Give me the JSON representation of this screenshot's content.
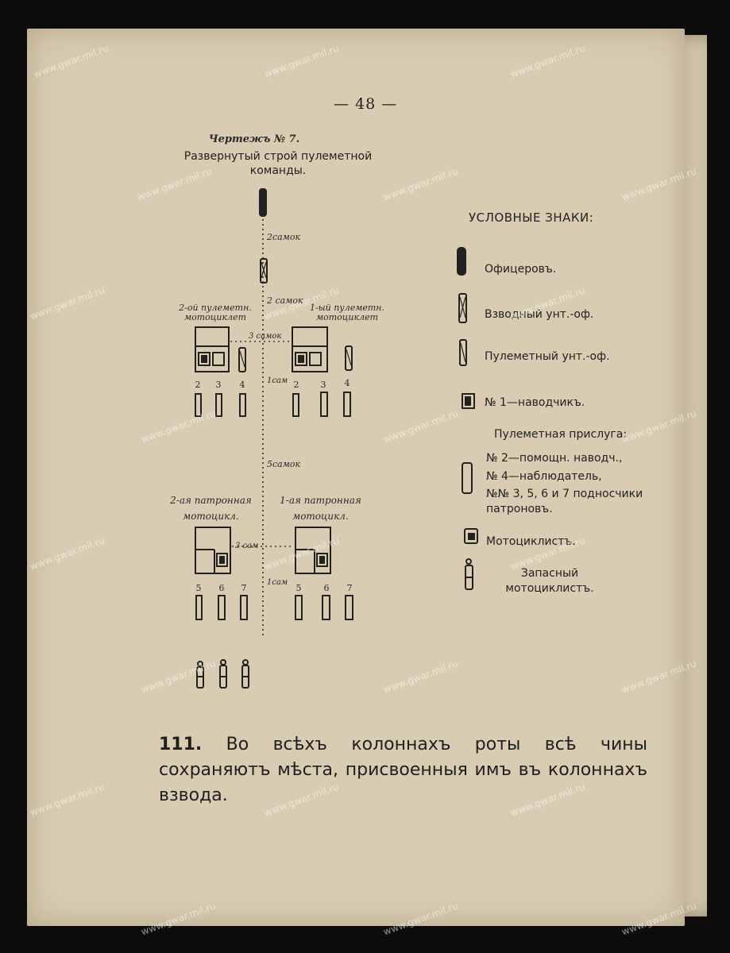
{
  "page_number": "— 48 —",
  "figure": {
    "title": "Чертежъ № 7.",
    "subtitle": "Развернутый строй пулеметной команды."
  },
  "diagram": {
    "label_2samok_a": "2самок",
    "label_2samok_b": "2 самок",
    "label_left_top": "2-ой пулеметн. мотоциклет",
    "label_right_top": "1-ый пулеметн. мотоциклет",
    "label_3samok_top": "3 самок",
    "label_1sam_top": "1сам",
    "label_5samok": "5самок",
    "label_left_bottom": "2-ая патронная мотоцикл.",
    "label_right_bottom": "1-ая патронная мотоцикл.",
    "label_3sam_bottom": "3 сам",
    "label_1sam_bottom": "1сам",
    "top_numbers": [
      "2",
      "3",
      "4",
      "2",
      "3",
      "4"
    ],
    "bottom_numbers": [
      "5",
      "6",
      "7",
      "5",
      "6",
      "7"
    ]
  },
  "legend": {
    "title": "УСЛОВНЫЕ ЗНАКИ:",
    "officer": "Офицеровъ.",
    "platoon_nco": "Взводный унт.-оф.",
    "mg_nco": "Пулеметный унт.-оф.",
    "gunner": "№ 1—наводчикъ.",
    "crew_title": "Пулеметная прислуга:",
    "crew_1": "№ 2—помощн. наводч.,",
    "crew_2": "№ 4—наблюдатель,",
    "crew_3": "№№ 3, 5, 6 и 7 подносчики патроновъ.",
    "motorcyclist": "Мотоциклистъ.",
    "reserve": "Запасный мотоциклистъ."
  },
  "paragraph": {
    "number": "111.",
    "text": "Во всѣхъ колоннахъ роты всѣ чины сохраняютъ мѣста, присвоенныя имъ въ колоннахъ взвода."
  },
  "watermark": "www.gwar.mil.ru"
}
